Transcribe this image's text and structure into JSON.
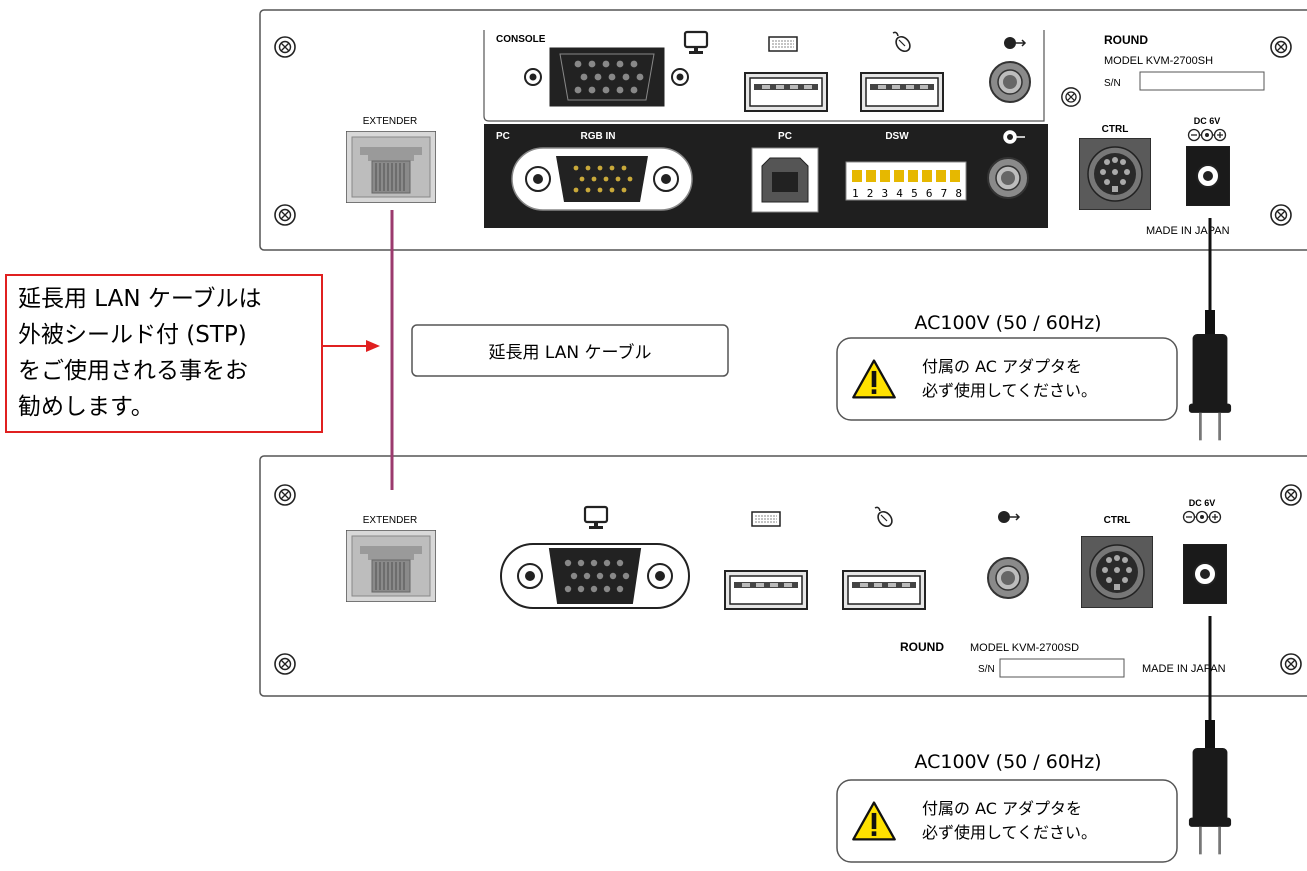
{
  "unit_a": {
    "console_label": "CONSOLE",
    "extender_label": "EXTENDER",
    "pc_label": "PC",
    "rgb_in_label": "RGB IN",
    "pc_usb_label": "PC",
    "dsw_label": "DSW",
    "dsw_numbers": "1 2 3 4 5 6 7 8",
    "brand": "ROUND",
    "model": "MODEL KVM-2700SH",
    "sn_label": "S/N",
    "ctrl_label": "CTRL",
    "dc_label": "DC 6V",
    "made_in": "MADE IN JAPAN"
  },
  "unit_b": {
    "extender_label": "EXTENDER",
    "ctrl_label": "CTRL",
    "dc_label": "DC 6V",
    "brand": "ROUND",
    "model": "MODEL KVM-2700SD",
    "sn_label": "S/N",
    "made_in": "MADE IN JAPAN"
  },
  "note": {
    "line1": "延長用 LAN ケーブルは",
    "line2": "外被シールド付 (STP)",
    "line3": "をご使用される事をお",
    "line4": "勧めします。"
  },
  "cable_label": "延長用 LAN ケーブル",
  "power_top": {
    "voltage": "AC100V (50 / 60Hz)",
    "warning_line1": "付属の AC アダプタを",
    "warning_line2": "必ず使用してください。"
  },
  "power_bottom": {
    "voltage": "AC100V (50 / 60Hz)",
    "warning_line1": "付属の AC アダプタを",
    "warning_line2": "必ず使用してください。"
  },
  "colors": {
    "note_border": "#e02020",
    "arrow": "#e02020",
    "lan_cable": "#9b3a6e",
    "warning_fill": "#ffe100"
  }
}
